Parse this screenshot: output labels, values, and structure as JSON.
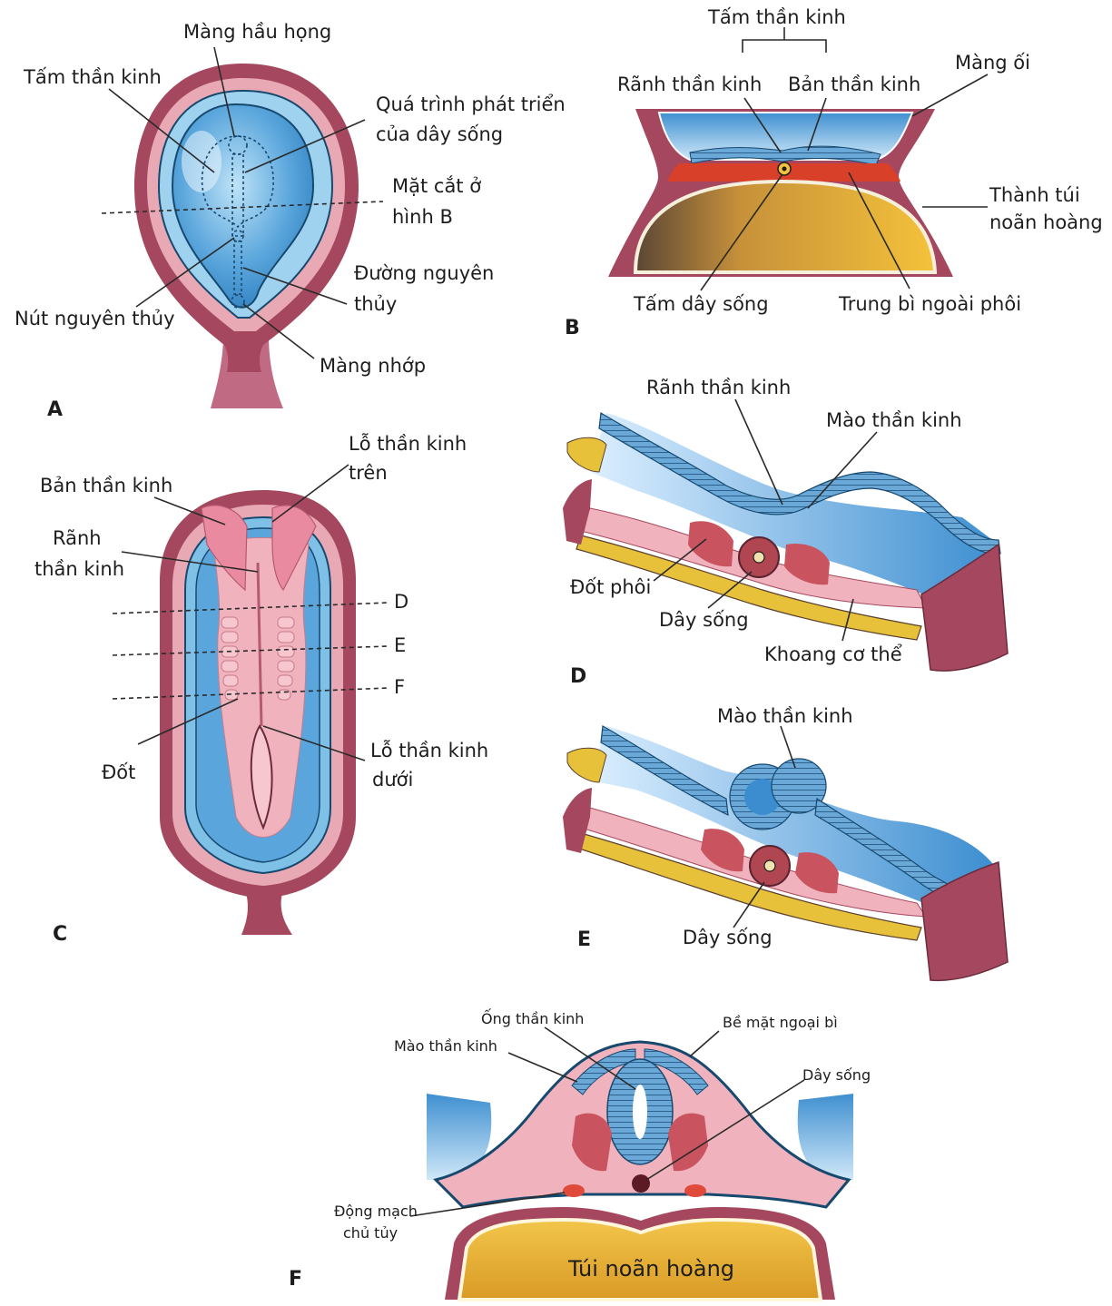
{
  "panels": {
    "A": {
      "letter": "A",
      "labels": {
        "oropharyngeal_membrane": "Màng hầu họng",
        "neural_plate": "Tấm thần kinh",
        "notochord_process_line1": "Quá trình phát triển",
        "notochord_process_line2": "của dây sống",
        "section_line1": "Mặt cắt ở",
        "section_line2": "hình B",
        "primitive_streak_line1": "Đường nguyên",
        "primitive_streak_line2": "thủy",
        "primitive_node": "Nút nguyên thủy",
        "cloacal_membrane": "Màng nhớp"
      }
    },
    "B": {
      "letter": "B",
      "labels": {
        "neural_plate": "Tấm thần kinh",
        "neural_groove": "Rãnh thần kinh",
        "neural_fold": "Bản thần kinh",
        "amnion": "Màng ối",
        "yolk_sac_wall_line1": "Thành túi",
        "yolk_sac_wall_line2": "noãn hoàng",
        "notochordal_plate": "Tấm dây sống",
        "extraembryonic_mesoderm": "Trung bì ngoài phôi"
      }
    },
    "C": {
      "letter": "C",
      "labels": {
        "neural_fold": "Bản thần kinh",
        "cranial_neuropore_line1": "Lỗ thần kinh",
        "cranial_neuropore_line2": "trên",
        "neural_groove_line1": "Rãnh",
        "neural_groove_line2": "thần kinh",
        "cut_d": "D",
        "cut_e": "E",
        "cut_f": "F",
        "somite": "Đốt",
        "caudal_neuropore_line1": "Lỗ thần kinh",
        "caudal_neuropore_line2": "dưới"
      }
    },
    "D": {
      "letter": "D",
      "labels": {
        "neural_groove": "Rãnh thần kinh",
        "neural_crest": "Mào thần kinh",
        "somite": "Đốt phôi",
        "notochord": "Dây sống",
        "coelom": "Khoang cơ thể"
      }
    },
    "E": {
      "letter": "E",
      "labels": {
        "neural_crest": "Mào thần kinh",
        "notochord": "Dây sống"
      }
    },
    "F": {
      "letter": "F",
      "labels": {
        "neural_tube": "Ống thần kinh",
        "surface_ectoderm": "Bề mặt ngoại bì",
        "neural_crest": "Mào thần kinh",
        "notochord": "Dây sống",
        "dorsal_aorta_line1": "Động mạch",
        "dorsal_aorta_line2": "chủ tủy",
        "yolk_sac": "Túi noãn hoàng"
      }
    }
  },
  "colors": {
    "outer_wall": "#a5485f",
    "mid_pink": "#e9a9b4",
    "amnion_blue": "#7ec0e6",
    "cavity_blue": "#4f9fd8",
    "yolk": "#e8b53a",
    "neural_tissue": "#6aa8d8",
    "mesoderm_red": "#c9545f",
    "embryo_pink": "#f0b3bd"
  }
}
